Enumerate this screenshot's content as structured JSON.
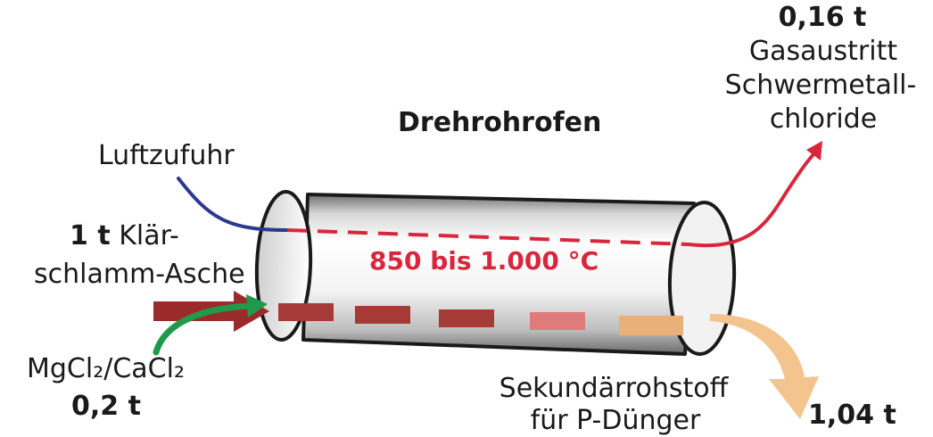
{
  "title": "Drehrohrofen",
  "inputs": {
    "air": {
      "label": "Luftzufuhr"
    },
    "ash": {
      "amount": "1 t",
      "label_line1": "Klär-",
      "label_line2": "schlamm-Asche"
    },
    "additive": {
      "formula": "MgCl₂/CaCl₂",
      "amount": "0,2 t"
    }
  },
  "temperature": "850 bis 1.000 °C",
  "outputs": {
    "gas": {
      "amount": "0,16 t",
      "line1": "Gasaustritt",
      "line2": "Schwermetall-",
      "line3": "chloride"
    },
    "product": {
      "line1": "Sekundärrohstoff",
      "line2": "für P-Dünger",
      "amount": "1,04 t"
    }
  },
  "colors": {
    "air_line": "#2b3a8f",
    "gas_line": "#d9263d",
    "ash_arrow": "#9b2a2a",
    "additive_arrow": "#1f9a4a",
    "product_arrow": "#f3c48e",
    "temperature_text": "#d9263d",
    "material_blocks": [
      "#a53a36",
      "#a53a36",
      "#a53a36",
      "#e07b7b",
      "#e9b07a"
    ]
  }
}
